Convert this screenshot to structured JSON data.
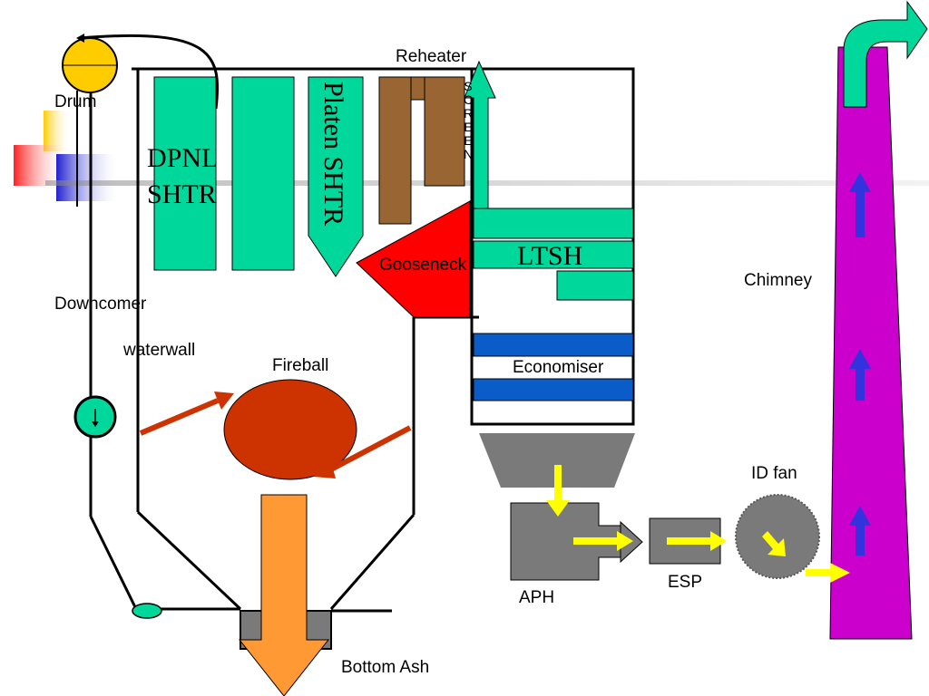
{
  "labels": {
    "drum": "Drum",
    "reheater": "Reheater",
    "screen": "SCREEN",
    "dpnl_line1": "DPNL",
    "dpnl_line2": "SHTR",
    "platen": "Platen SHTR",
    "gooseneck": "Gooseneck",
    "ltsh": "LTSH",
    "downcomer": "Downcomer",
    "waterwall": "waterwall",
    "fireball": "Fireball",
    "economiser": "Economiser",
    "chimney": "Chimney",
    "id_fan": "ID fan",
    "aph": "APH",
    "esp": "ESP",
    "bottom_ash": "Bottom Ash"
  },
  "icons": {
    "pump": "down-arrow-pump-icon"
  },
  "colors": {
    "teal": "#00d79b",
    "brown": "#996633",
    "red": "#ff0000",
    "fireball": "#cc3300",
    "orange": "#ff9933",
    "blue": "#0a5cc8",
    "purple": "#cc00cc",
    "gray": "#7a7a7a",
    "yellow": "#ffff00",
    "drum": "#ffcc00"
  }
}
